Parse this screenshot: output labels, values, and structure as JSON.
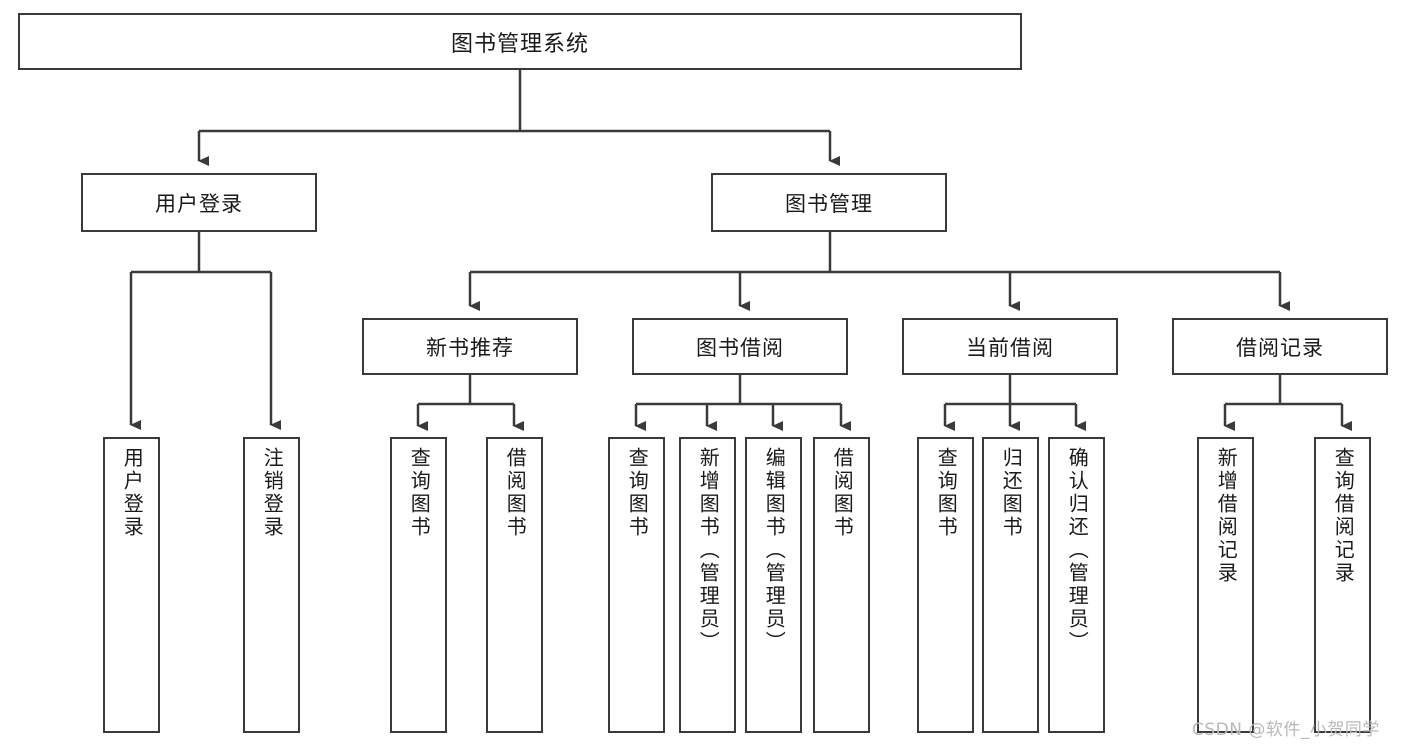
{
  "diagram": {
    "type": "tree-hierarchy-diagram",
    "title": "图书管理系统",
    "colors": {
      "border": "#3a3a3a",
      "background": "#ffffff",
      "text": "#1a1a1a",
      "watermark": "#b9b9b9"
    },
    "nodes": {
      "root": {
        "label": "图书管理系统",
        "level": 0
      },
      "l1": [
        {
          "id": "user-login",
          "label": "用户登录"
        },
        {
          "id": "book-manage",
          "label": "图书管理"
        }
      ],
      "l2": [
        {
          "id": "new-book-recommend",
          "label": "新书推荐",
          "parent": "book-manage"
        },
        {
          "id": "book-borrow",
          "label": "图书借阅",
          "parent": "book-manage"
        },
        {
          "id": "current-borrow",
          "label": "当前借阅",
          "parent": "book-manage"
        },
        {
          "id": "borrow-record",
          "label": "借阅记录",
          "parent": "book-manage"
        }
      ],
      "leaves": [
        {
          "id": "leaf-user-login",
          "label": "用户登录",
          "parent": "user-login"
        },
        {
          "id": "leaf-user-logout",
          "label": "注销登录",
          "parent": "user-login"
        },
        {
          "id": "leaf-query-book-1",
          "label": "查询图书",
          "parent": "new-book-recommend"
        },
        {
          "id": "leaf-borrow-book-1",
          "label": "借阅图书",
          "parent": "new-book-recommend"
        },
        {
          "id": "leaf-query-book-2",
          "label": "查询图书",
          "parent": "book-borrow"
        },
        {
          "id": "leaf-add-book",
          "label": "新增图书（管理员）",
          "parent": "book-borrow"
        },
        {
          "id": "leaf-edit-book",
          "label": "编辑图书（管理员）",
          "parent": "book-borrow"
        },
        {
          "id": "leaf-borrow-book-2",
          "label": "借阅图书",
          "parent": "book-borrow"
        },
        {
          "id": "leaf-query-book-3",
          "label": "查询图书",
          "parent": "current-borrow"
        },
        {
          "id": "leaf-return-book",
          "label": "归还图书",
          "parent": "current-borrow"
        },
        {
          "id": "leaf-confirm-return",
          "label": "确认归还（管理员）",
          "parent": "current-borrow"
        },
        {
          "id": "leaf-add-record",
          "label": "新增借阅记录",
          "parent": "borrow-record"
        },
        {
          "id": "leaf-query-record",
          "label": "查询借阅记录",
          "parent": "borrow-record"
        }
      ]
    },
    "watermark": "CSDN @软件_小贺同学"
  }
}
